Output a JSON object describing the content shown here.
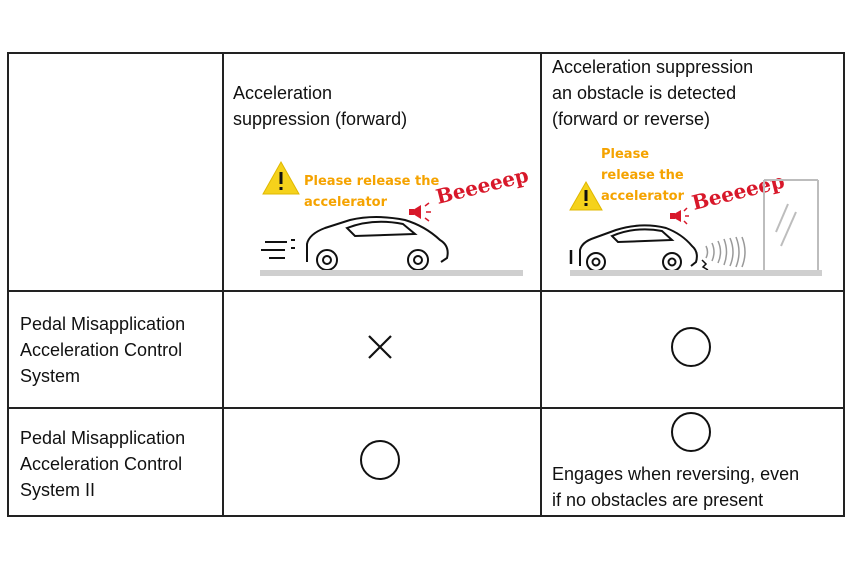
{
  "table": {
    "header": {
      "col2": "Acceleration\nsuppression (forward)",
      "col3": "Acceleration suppression\nan obstacle is detected\n(forward or reverse)"
    },
    "illustration_forward": {
      "warning": [
        "Please release the",
        "accelerator"
      ],
      "sound": "Beeeeep"
    },
    "illustration_obstacle": {
      "warning": [
        "Please",
        "release the",
        "accelerator"
      ],
      "sound": "Beeeeep"
    },
    "rows": [
      {
        "label": "Pedal Misapplication\nAcceleration Control\nSystem",
        "forward": "cross",
        "obstacle": "circle",
        "note": ""
      },
      {
        "label": "Pedal Misapplication\nAcceleration Control\nSystem II",
        "forward": "circle",
        "obstacle": "circle",
        "note": "Engages when reversing, even\nif no obstacles are present"
      }
    ]
  }
}
